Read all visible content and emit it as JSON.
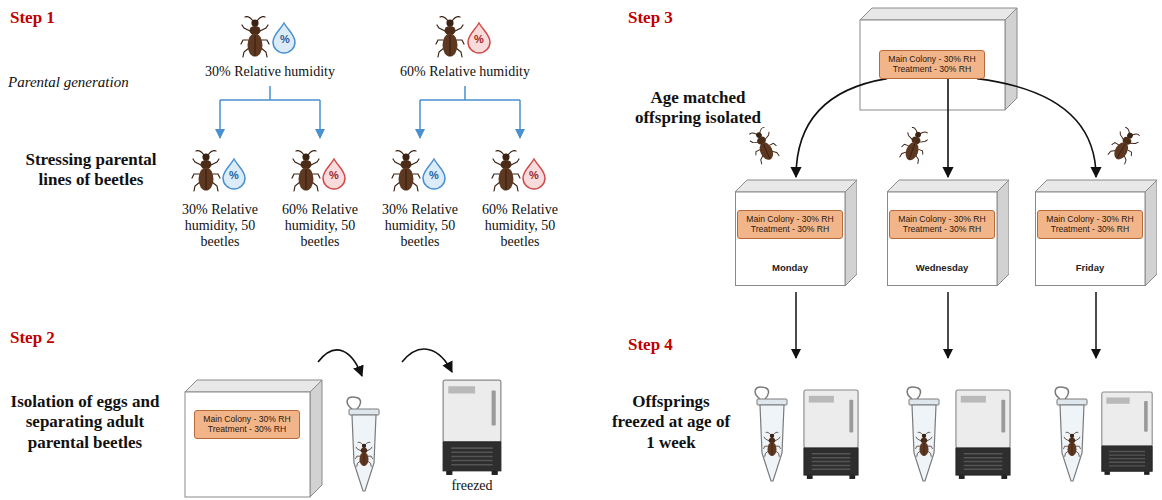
{
  "diagram": {
    "nodes": [
      {
        "text": [
          "Main Colony - 30% RH Treatment - 30% RH"
        ]
      },
      {
        "text": [
          "Monday"
        ]
      },
      {
        "text": [
          "Main Colony - 30% RH Treatment - 30% RH"
        ],
        "in": 1
      },
      {
        "text": [
          "Wednesday"
        ]
      },
      {
        "text": [
          "Main Colony - 30% RH Treatment - 30% RH"
        ],
        "in": 3
      },
      {
        "text": [
          "Friday"
        ]
      },
      {
        "text": [
          "Main Colony - 30% RH Treatment - 30% RH"
        ],
        "in": 5
      },
      {
        "text": [
          "Main Colony - 30% RH Treatment - 30% RH"
        ]
      }
    ],
    "edges": [
      {
        "from": 0,
        "to": 1,
        "arrow": "to"
      },
      {
        "from": 0,
        "to": 3,
        "arrow": "to"
      },
      {
        "from": 0,
        "to": 5,
        "arrow": "to"
      }
    ],
    "labels": [
      "Step 1",
      "Parental generation",
      "%",
      "30% Relative humidity",
      "%",
      "60% Relative humidity",
      "Stressing parental lines of beetles",
      "%",
      "%",
      "%",
      "%",
      "30% Relative humidity, 50 beetles",
      "60% Relative humidity, 50 beetles",
      "30% Relative humidity, 50 beetles",
      "60% Relative humidity, 50 beetles",
      "Step 3",
      "Age matched offspring isolated",
      "Step 2",
      "Isolation of eggs and separating adult parental beetles",
      "freezed",
      "Step 4",
      "Offsprings freezed at age of 1 week"
    ]
  }
}
